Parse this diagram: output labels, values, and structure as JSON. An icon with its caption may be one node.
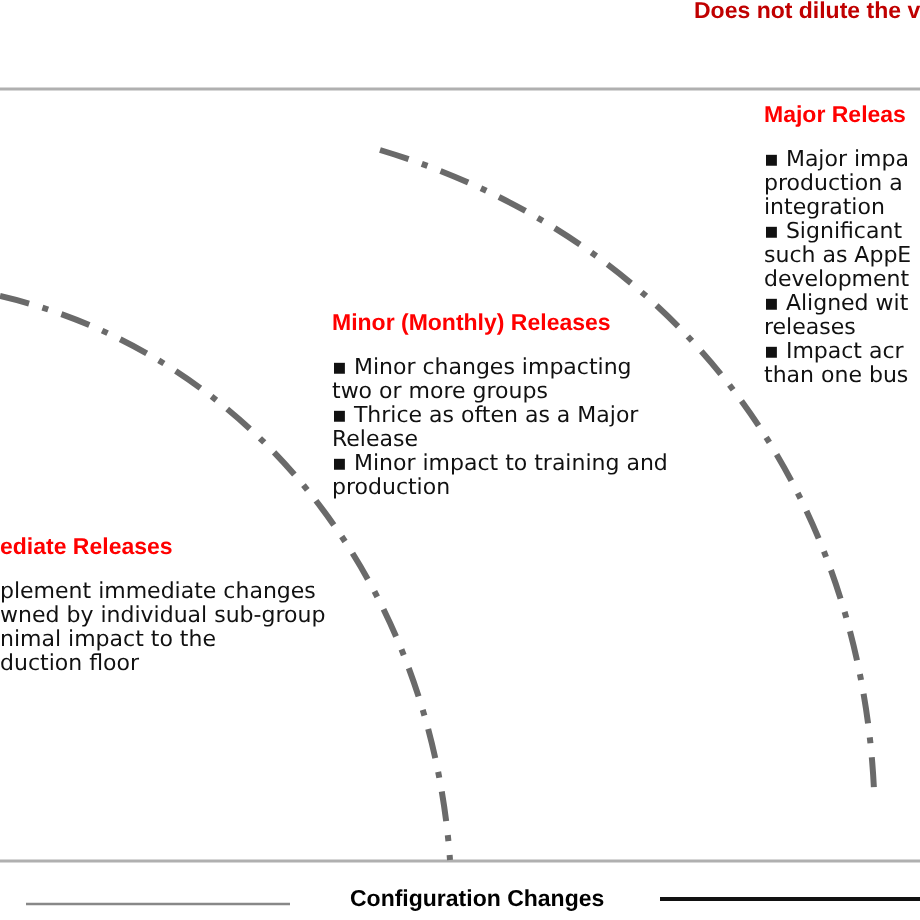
{
  "diagram": {
    "labels": [
      "Does not dilute the v",
      "Major Releas",
      "▪ Major impa production a integration",
      "▪ Significant such as AppE development",
      "▪ Aligned wit releases",
      "▪ Impact acr than one bus",
      "Minor (Monthly) Releases",
      "▪ Minor changes impacting two or more groups",
      "▪ Thrice as often as a Major Release",
      "▪ Minor impact to training and production",
      "ediate Releases",
      "plement immediate changes",
      "wned by individual sub-group",
      "nimal impact to the duction floor",
      "Configuration Changes"
    ]
  }
}
